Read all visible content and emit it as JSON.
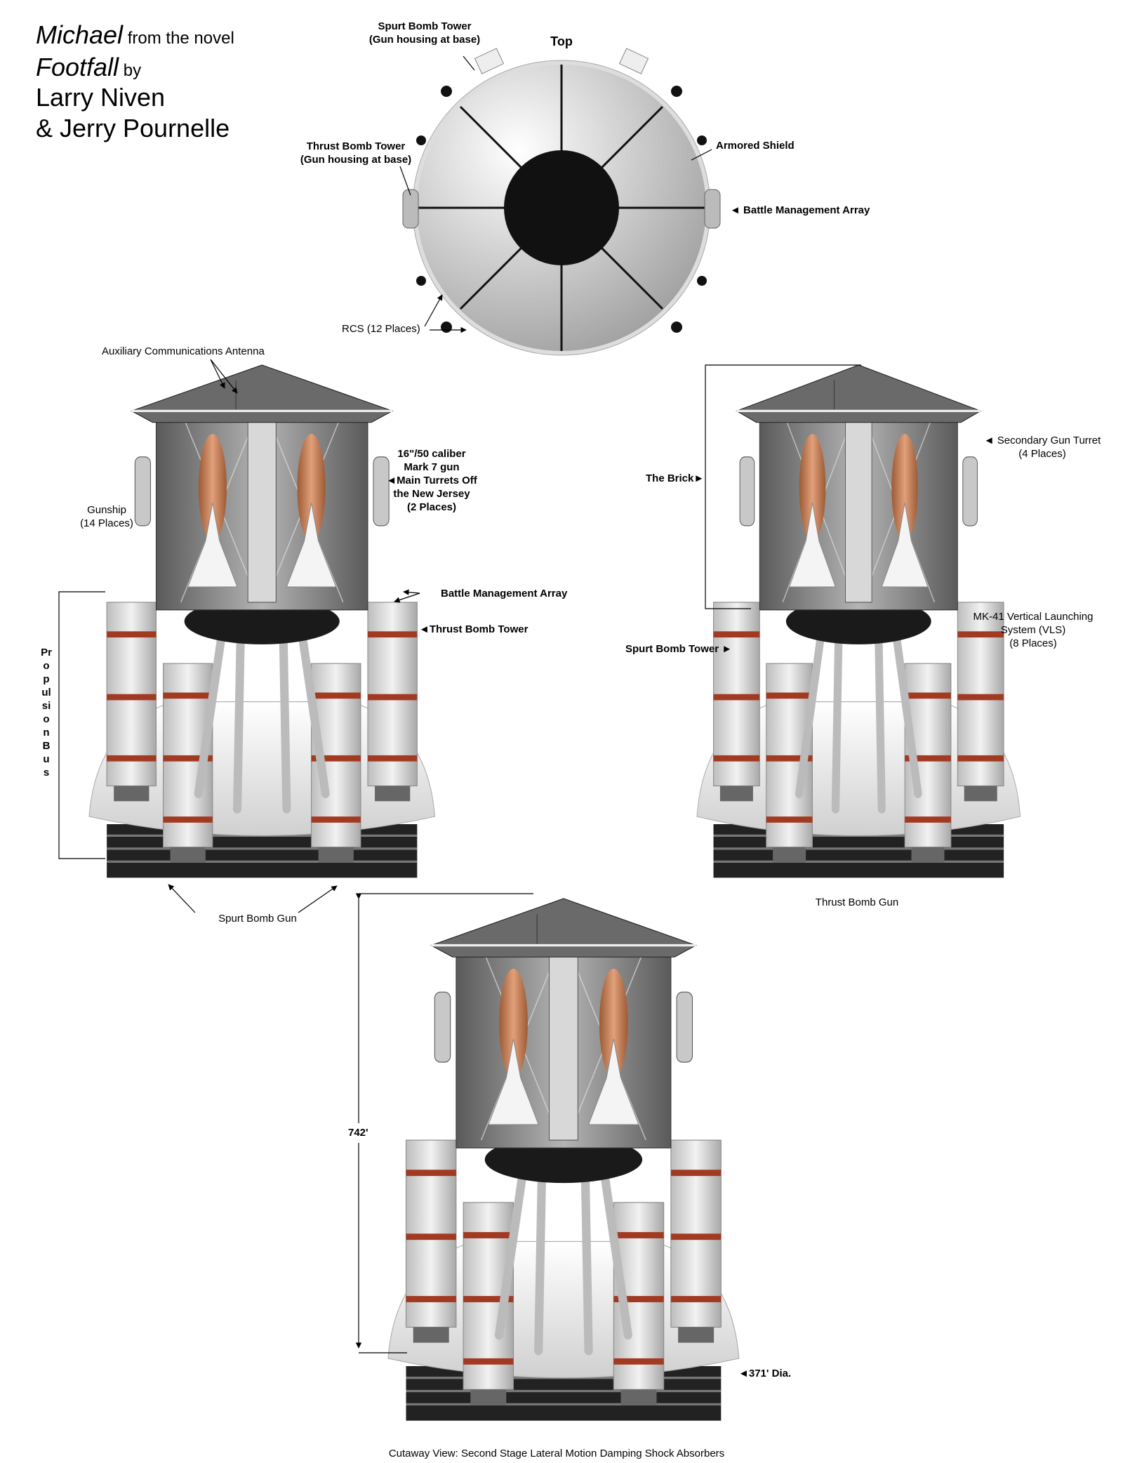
{
  "title": {
    "line1_name": "Michael",
    "line1_rest": " from the novel",
    "line2_name": "Footfall",
    "line2_rest": " by",
    "line3": "Larry Niven",
    "line4": "& Jerry Pournelle"
  },
  "top_view": {
    "heading": "Top",
    "spurt_bomb_tower": [
      "Spurt Bomb Tower",
      "(Gun housing at base)"
    ],
    "thrust_bomb_tower": [
      "Thrust Bomb Tower",
      "(Gun housing at base)"
    ],
    "armored_shield": "Armored Shield",
    "battle_management_array": "Battle Management Array",
    "rcs": "RCS (12 Places)"
  },
  "left_view": {
    "aux_antenna": "Auxiliary Communications Antenna",
    "main_turrets": [
      "16\"/50 caliber",
      "Mark 7 gun",
      "Main Turrets Off",
      "the New Jersey",
      "(2 Places)"
    ],
    "gunship": [
      "Gunship",
      "(14 Places)"
    ],
    "battle_management_array": "Battle Management Array",
    "thrust_bomb_tower": "Thrust Bomb Tower",
    "propulsion_bus": "Propulsion Bus",
    "spurt_bomb_gun": "Spurt Bomb Gun"
  },
  "right_view": {
    "the_brick": "The Brick",
    "secondary_gun_turret": [
      "Secondary Gun Turret",
      "(4 Places)"
    ],
    "vls": [
      "MK-41 Vertical Launching",
      "System (VLS)",
      "(8 Places)"
    ],
    "spurt_bomb_tower": "Spurt Bomb Tower",
    "thrust_bomb_gun": "Thrust Bomb Gun"
  },
  "bottom_view": {
    "height": "742'",
    "diameter": "371' Dia.",
    "caption": "Cutaway View: Second Stage Lateral Motion Damping Shock Absorbers"
  }
}
